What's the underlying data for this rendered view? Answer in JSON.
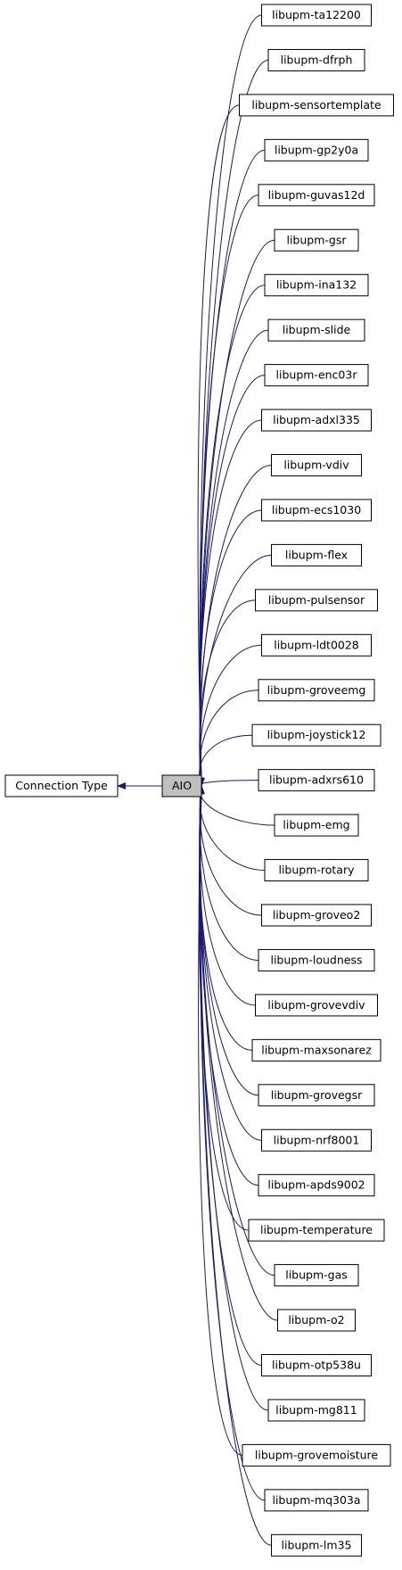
{
  "diagram": {
    "root": "Connection Type",
    "center": "AIO",
    "edge_color": "#191970",
    "center_fill": "#bfbfbf",
    "children": [
      "libupm-ta12200",
      "libupm-dfrph",
      "libupm-sensortemplate",
      "libupm-gp2y0a",
      "libupm-guvas12d",
      "libupm-gsr",
      "libupm-ina132",
      "libupm-slide",
      "libupm-enc03r",
      "libupm-adxl335",
      "libupm-vdiv",
      "libupm-ecs1030",
      "libupm-flex",
      "libupm-pulsensor",
      "libupm-ldt0028",
      "libupm-groveemg",
      "libupm-joystick12",
      "libupm-adxrs610",
      "libupm-emg",
      "libupm-rotary",
      "libupm-groveo2",
      "libupm-loudness",
      "libupm-grovevdiv",
      "libupm-maxsonarez",
      "libupm-grovegsr",
      "libupm-nrf8001",
      "libupm-apds9002",
      "libupm-temperature",
      "libupm-gas",
      "libupm-o2",
      "libupm-otp538u",
      "libupm-mg811",
      "libupm-grovemoisture",
      "libupm-mq303a",
      "libupm-lm35"
    ]
  }
}
